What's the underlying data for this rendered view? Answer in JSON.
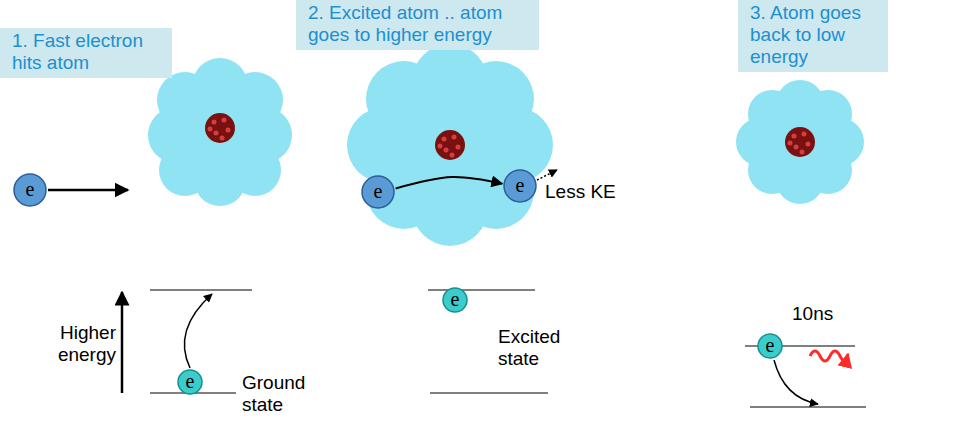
{
  "diagram": {
    "nodes": [
      {
        "text": [
          "1. Fast electron hits atom"
        ]
      },
      {
        "text": [
          "2. Excited atom .. atom goes to higher energy"
        ]
      },
      {
        "text": [
          "3. Atom goes back to low energy"
        ]
      },
      {
        "text": [
          "e"
        ]
      },
      {
        "text": [
          "e"
        ]
      },
      {
        "text": [
          "e"
        ]
      },
      {
        "text": [
          "e"
        ]
      },
      {
        "text": [
          "e"
        ]
      },
      {
        "text": [
          "e"
        ]
      }
    ],
    "edges": [
      {
        "from": 4,
        "to": 5,
        "arrow": "to"
      }
    ],
    "labels": [
      "Less KE",
      "10ns",
      "Higher energy",
      "Excited state",
      "Ground state"
    ]
  }
}
